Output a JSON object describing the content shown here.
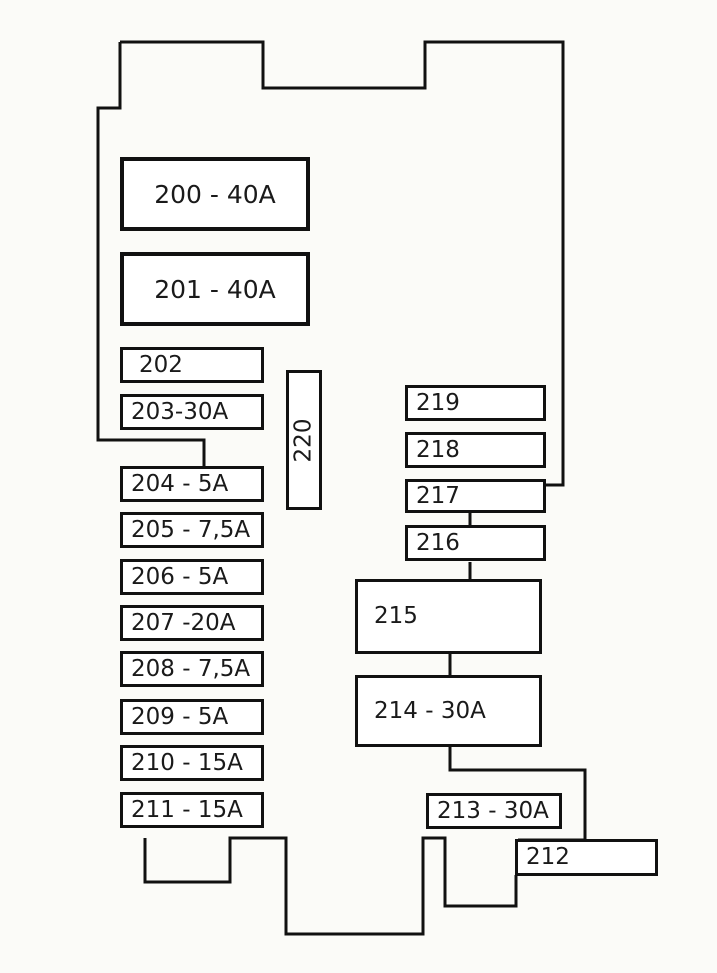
{
  "fuses": {
    "f200": "200 - 40A",
    "f201": "201 - 40A",
    "f202": "202",
    "f203": "203-30A",
    "f204": "204 - 5A",
    "f205": "205 - 7,5A",
    "f206": "206 - 5A",
    "f207": "207 -20A",
    "f208": "208 - 7,5A",
    "f209": "209 - 5A",
    "f210": "210 - 15A",
    "f211": "211 - 15A",
    "f212": "212",
    "f213": "213 - 30A",
    "f214": "214 - 30A",
    "f215": "215",
    "f216": "216",
    "f217": "217",
    "f218": "218",
    "f219": "219",
    "f220": "220"
  }
}
